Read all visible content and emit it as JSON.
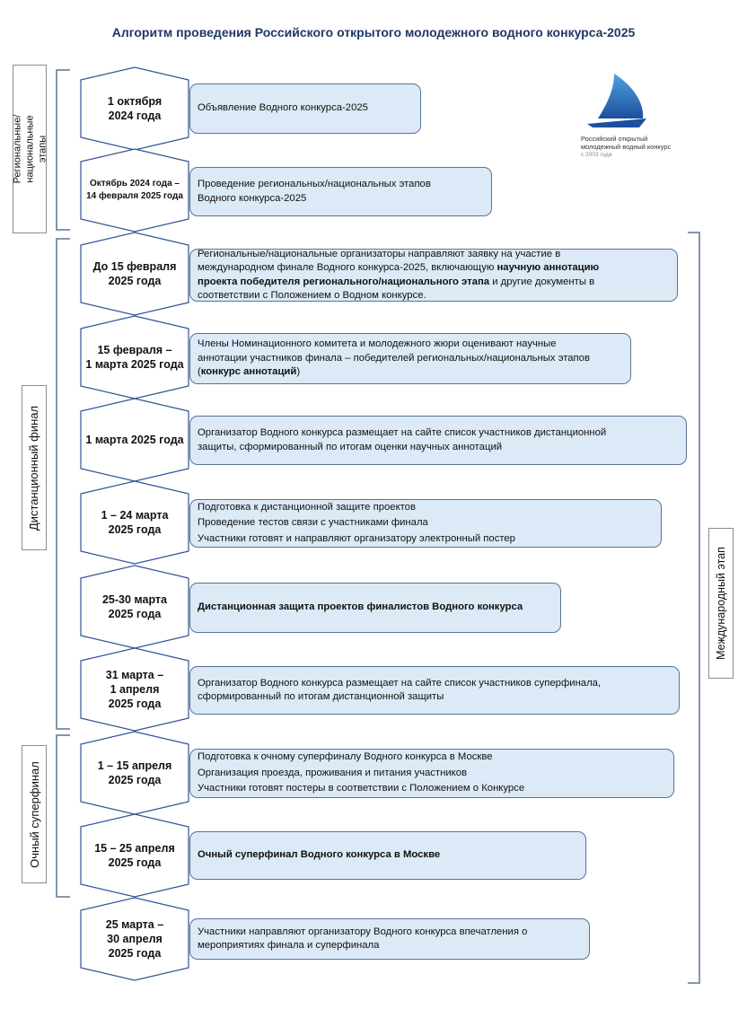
{
  "title": "Алгоритм проведения Российского открытого молодежного водного конкурса-2025",
  "logo": {
    "line1": "Российский открытый",
    "line2": "молодежный водный конкурс",
    "line3": "с 2003 года"
  },
  "side_labels": {
    "regional": "Региональные/национальные\nэтапы",
    "distance": "Дистанционный финал",
    "superfinal": "Очный суперфинал",
    "international": "Международный этап"
  },
  "steps": [
    {
      "date": "1 октября\n2024 года",
      "lines": [
        [
          {
            "t": "Объявление  Водного конкурса-2025"
          }
        ]
      ]
    },
    {
      "date": "Октябрь 2024 года –\n14 февраля 2025 года",
      "lines": [
        [
          {
            "t": "Проведение  региональных/национальных этапов"
          }
        ],
        [
          {
            "t": "Водного конкурса-2025"
          }
        ]
      ]
    },
    {
      "date": "До 15 февраля\n2025 года",
      "lines": [
        [
          {
            "t": "Региональные/национальные организаторы направляют заявку на участие в"
          }
        ],
        [
          {
            "t": "международном финале Водного конкурса-2025, включающую "
          },
          {
            "t": "научную аннотацию",
            "b": true
          }
        ],
        [
          {
            "t": "проекта победителя регионального/национального  этапа",
            "b": true
          },
          {
            "t": " и другие документы  в"
          }
        ],
        [
          {
            "t": "соответствии с Положением  о Водном конкурсе."
          }
        ]
      ]
    },
    {
      "date": "15 февраля –\n1 марта 2025 года",
      "lines": [
        [
          {
            "t": "Члены Номинационного комитета и молодежного жюри оценивают  научные"
          }
        ],
        [
          {
            "t": "аннотации участников финала – победителей  региональных/национальных этапов"
          }
        ],
        [
          {
            "t": "("
          },
          {
            "t": "конкурс  аннотаций",
            "b": true
          },
          {
            "t": ")"
          }
        ]
      ]
    },
    {
      "date": "1 марта 2025 года",
      "lines": [
        [
          {
            "t": "Организатор Водного конкурса размещает на сайте список участников дистанционной"
          }
        ],
        [
          {
            "t": "защиты, сформированный по итогам оценки научных аннотаций"
          }
        ]
      ]
    },
    {
      "date": "1 – 24 марта\n2025 года",
      "lines": [
        [
          {
            "t": "Подготовка к дистанционной защите проектов"
          }
        ],
        [
          {
            "t": "Проведение  тестов связи с участниками финала"
          }
        ],
        [
          {
            "t": "Участники готовят и направляют организатору электронный постер"
          }
        ]
      ]
    },
    {
      "date": "25-30 марта\n2025 года",
      "lines": [
        [
          {
            "t": "Дистанционная  защита  проектов  финалистов  Водного конкурса",
            "b": true
          }
        ]
      ]
    },
    {
      "date": "31 марта –\n1 апреля\n2025 года",
      "lines": [
        [
          {
            "t": "Организатор Водного конкурса размещает на сайте список участников суперфинала,"
          }
        ],
        [
          {
            "t": "сформированный по итогам дистанционной защиты"
          }
        ]
      ]
    },
    {
      "date": "1 – 15 апреля\n2025 года",
      "lines": [
        [
          {
            "t": "Подготовка к очному суперфиналу Водного конкурса в Москве"
          }
        ],
        [
          {
            "t": "Организация проезда, проживания и питания участников"
          }
        ],
        [
          {
            "t": "Участники готовят постеры в соответствии  с Положением  о Конкурсе"
          }
        ]
      ]
    },
    {
      "date": "15 – 25 апреля\n2025 года",
      "lines": [
        [
          {
            "t": "Очный  суперфинал  Водного конкурса  в Москве",
            "b": true
          }
        ]
      ]
    },
    {
      "date": "25 марта –\n30 апреля\n2025 года",
      "lines": [
        [
          {
            "t": "Участники направляют организатору Водного конкурса впечатления  о"
          }
        ],
        [
          {
            "t": "мероприятиях  финала и суперфинала"
          }
        ]
      ]
    }
  ]
}
